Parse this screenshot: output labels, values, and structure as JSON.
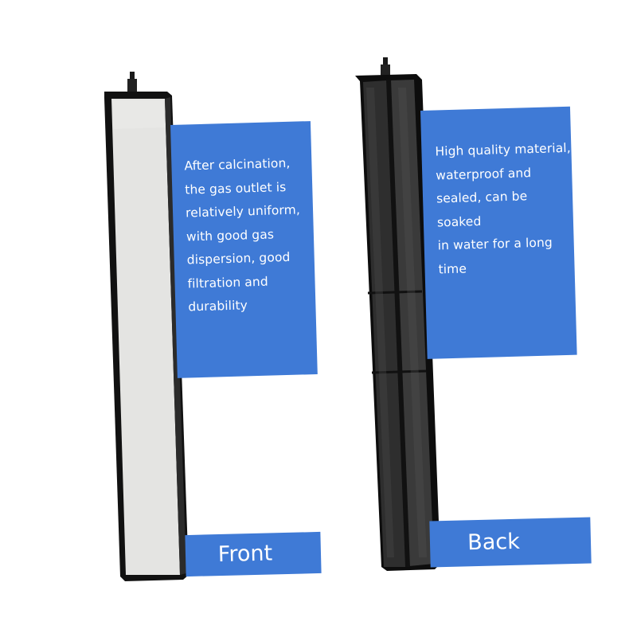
{
  "front_panel": {
    "description": "After calcination,\nthe gas outlet is\nrelatively uniform,\nwith good gas\ndispersion, good\nfiltration and\ndurability"
  },
  "back_panel": {
    "description": "High quality material,\nwaterproof and\nsealed, can be soaked\nin water for a long\ntime"
  },
  "labels": {
    "front": "Front",
    "back": "Back"
  },
  "colors": {
    "panel_blue": "#3f7ad6",
    "stone_face": "#e4e4e2",
    "frame_black": "#111111"
  }
}
